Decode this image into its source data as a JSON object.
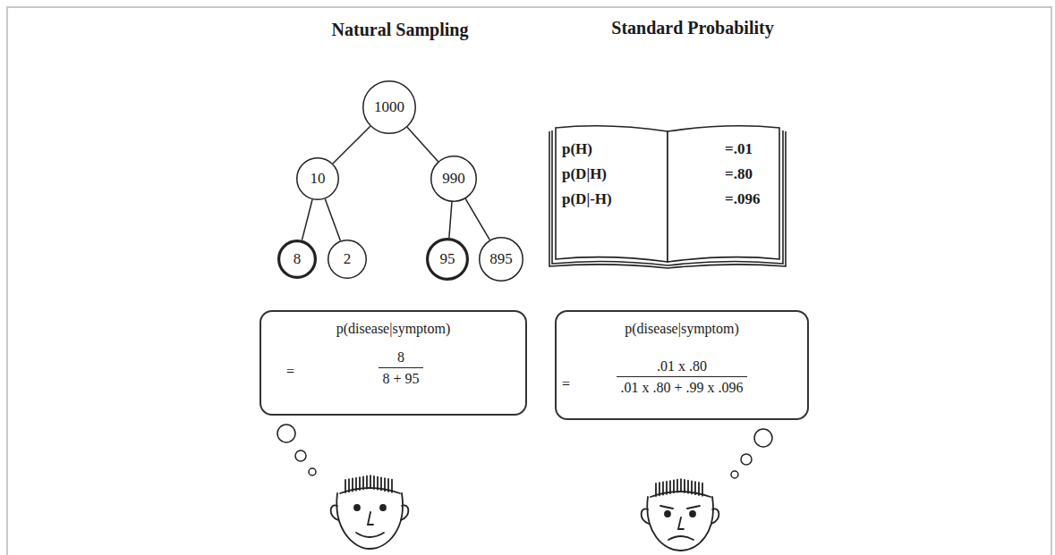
{
  "diagram": {
    "nodes": [
      {
        "text": [
          "1000"
        ]
      },
      {
        "text": [
          "10"
        ]
      },
      {
        "text": [
          "990"
        ]
      },
      {
        "text": [
          "8"
        ]
      },
      {
        "text": [
          "2"
        ]
      },
      {
        "text": [
          "95"
        ]
      },
      {
        "text": [
          "895"
        ]
      },
      {
        "text": [
          "p(H)",
          "=.01",
          "p(D|H)",
          "=.80",
          "p(D|-H)",
          "=.096"
        ]
      },
      {
        "text": [
          "p(disease|symptom)",
          "=",
          "8",
          "8 + 95"
        ]
      },
      {
        "text": [
          "p(disease|symptom)",
          "=",
          ".01 x .80",
          ".01 x .80 + .99 x .096"
        ]
      }
    ],
    "edges": [
      {
        "from": 0,
        "to": 1,
        "arrow": "none"
      },
      {
        "from": 0,
        "to": 2,
        "arrow": "none"
      },
      {
        "from": 1,
        "to": 3,
        "arrow": "none"
      },
      {
        "from": 1,
        "to": 4,
        "arrow": "none"
      },
      {
        "from": 2,
        "to": 5,
        "arrow": "none"
      },
      {
        "from": 2,
        "to": 6,
        "arrow": "none"
      }
    ],
    "labels": [
      "Natural Sampling",
      "Standard Probability"
    ]
  }
}
